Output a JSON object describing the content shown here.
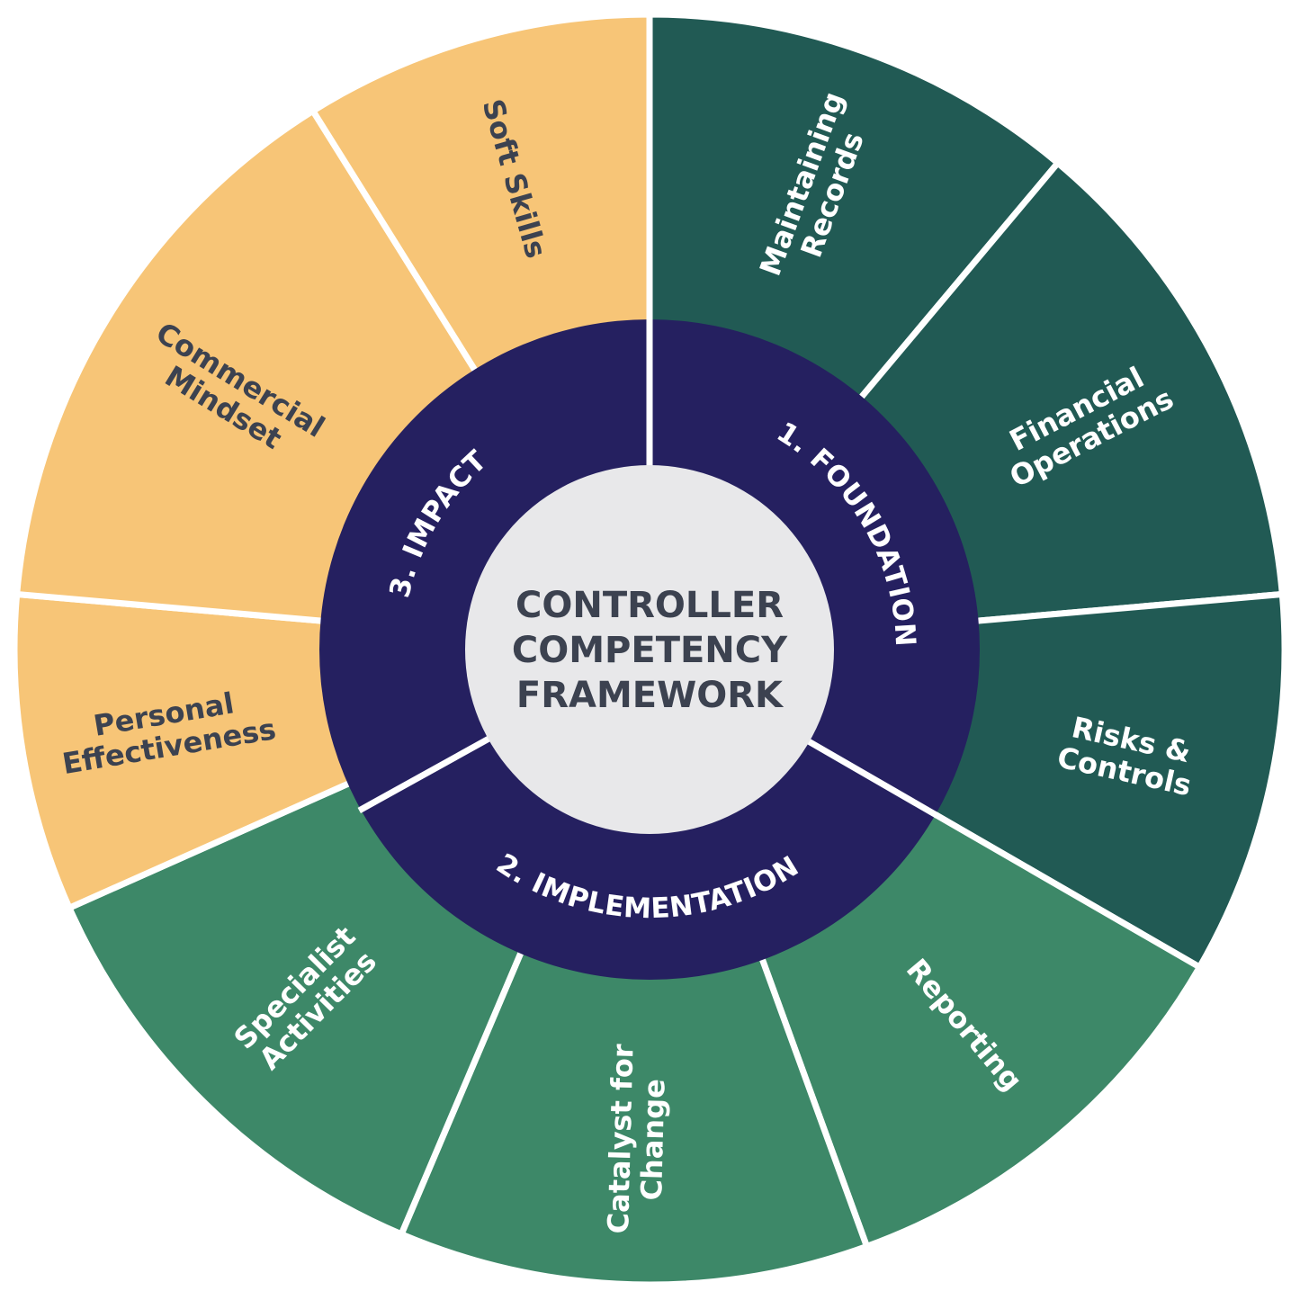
{
  "center": {
    "lines": [
      "CONTROLLER",
      "COMPETENCY",
      "FRAMEWORK"
    ],
    "fill": "#e8e8ea",
    "text_color": "#3c4250"
  },
  "ring": {
    "fill": "#252060",
    "text_color": "#ffffff",
    "stages": [
      {
        "label": "1. FOUNDATION"
      },
      {
        "label": "2. IMPLEMENTATION"
      },
      {
        "label": "3. IMPACT"
      }
    ]
  },
  "segments": [
    {
      "lines": [
        "Maintaining",
        "Records"
      ],
      "fill": "#215a54",
      "text_color": "#ffffff"
    },
    {
      "lines": [
        "Financial",
        "Operations"
      ],
      "fill": "#215a54",
      "text_color": "#ffffff"
    },
    {
      "lines": [
        "Risks &",
        "Controls"
      ],
      "fill": "#215a54",
      "text_color": "#ffffff"
    },
    {
      "lines": [
        "Reporting"
      ],
      "fill": "#3d8868",
      "text_color": "#ffffff"
    },
    {
      "lines": [
        "Catalyst for",
        "Change"
      ],
      "fill": "#3d8868",
      "text_color": "#ffffff"
    },
    {
      "lines": [
        "Specialist",
        "Activities"
      ],
      "fill": "#3d8868",
      "text_color": "#ffffff"
    },
    {
      "lines": [
        "Personal",
        "Effectiveness"
      ],
      "fill": "#f7c577",
      "text_color": "#3c4250"
    },
    {
      "lines": [
        "Commercial",
        "Mindset"
      ],
      "fill": "#f7c577",
      "text_color": "#3c4250"
    },
    {
      "lines": [
        "Soft Skills"
      ],
      "fill": "#f7c577",
      "text_color": "#3c4250"
    }
  ],
  "divider_color": "#ffffff"
}
